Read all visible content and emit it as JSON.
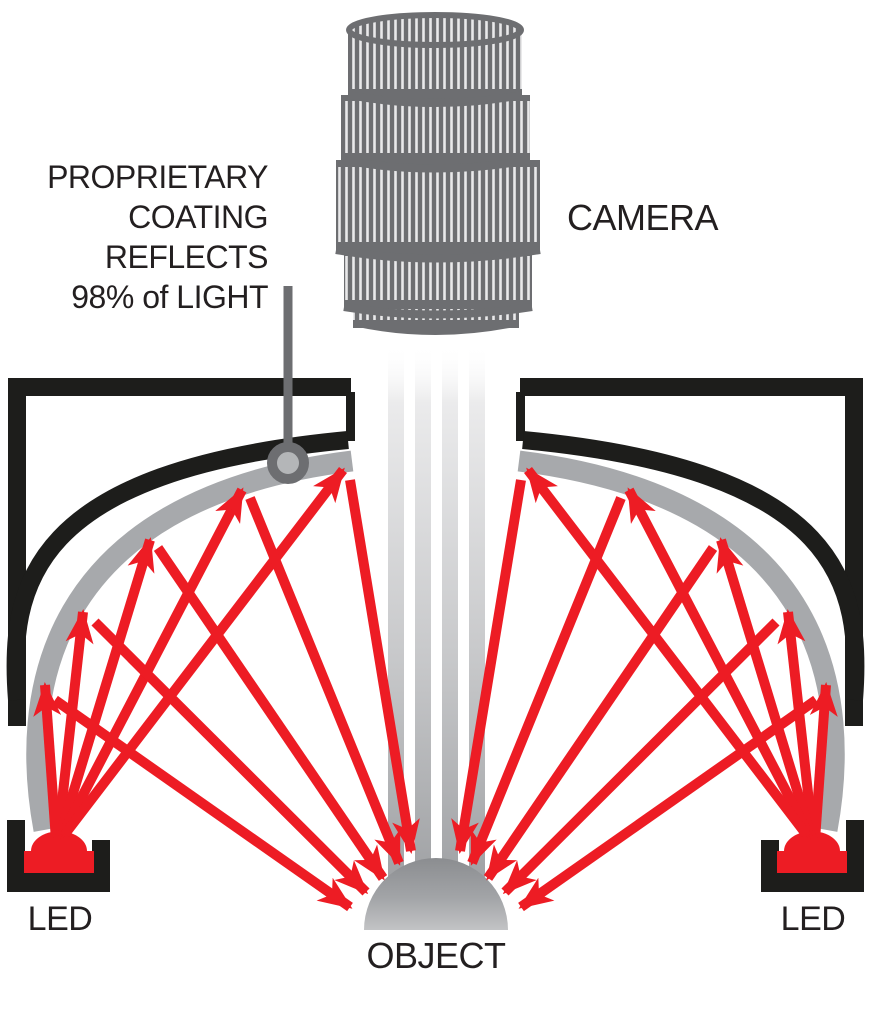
{
  "labels": {
    "coating_note_lines": [
      "PROPRIETARY",
      "COATING",
      "REFLECTS",
      "98% of LIGHT"
    ],
    "camera": "CAMERA",
    "led_left": "LED",
    "led_right": "LED",
    "object": "OBJECT"
  },
  "colors": {
    "ray_red": "#ed1c24",
    "shell_black": "#1d1d1b",
    "coating_gray": "#a7a9ac",
    "lens_gray": "#6d6e71",
    "pointer_gray": "#6d6e71",
    "beam_gray": "#97999c",
    "text": "#231f20",
    "background": "#ffffff"
  }
}
